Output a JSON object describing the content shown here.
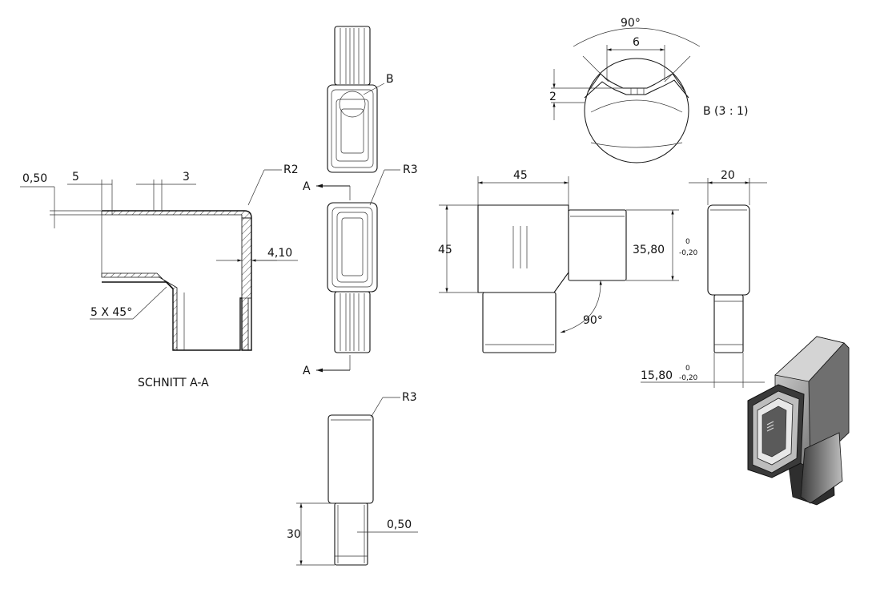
{
  "labels": {
    "section_title": "SCHNITT A-A",
    "detail_title": "B (3 : 1)",
    "detail_ref": "B",
    "section_marker": "A"
  },
  "dimensions": {
    "wall_050": "0,50",
    "len_5": "5",
    "len_3": "3",
    "radius_r2": "R2",
    "wall_410": "4,10",
    "chamfer": "5 X 45°",
    "radius_r3": "R3",
    "detail_angle": "90°",
    "detail_width": "6",
    "detail_depth": "2",
    "front_width": "45",
    "front_height": "45",
    "outer_35_80": "35,80",
    "tol_upper": "0",
    "tol_lower": "-0,20",
    "bend_angle": "90°",
    "side_width": "20",
    "outer_15_80": "15,80",
    "plug_length": "30",
    "plug_wall": "0,50"
  },
  "colors": {
    "line": "#111111",
    "shade_light": "#cfcfcf",
    "shade_mid": "#8a8a8a",
    "shade_dark": "#3a3a3a"
  }
}
